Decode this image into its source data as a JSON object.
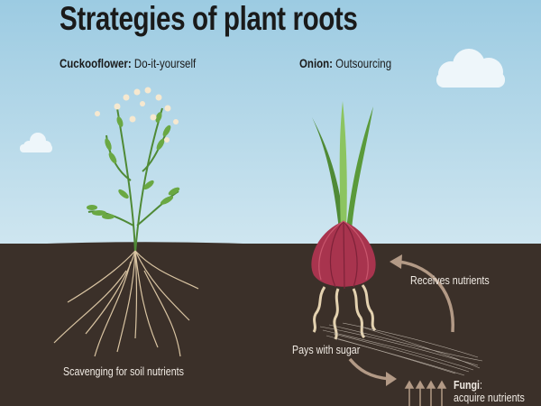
{
  "title": "Strategies of plant roots",
  "cuckooflower": {
    "name": "Cuckooflower:",
    "strategy": "Do-it-yourself",
    "caption": "Scavenging for soil nutrients"
  },
  "onion": {
    "name": "Onion:",
    "strategy": "Outsourcing"
  },
  "cycle": {
    "receives": "Receives nutrients",
    "pays": "Pays with sugar"
  },
  "fungi": {
    "name": "Fungi",
    "colon": ":",
    "action": "acquire nutrients"
  },
  "colors": {
    "sky": "#9ccbe2",
    "soil": "#3b3029",
    "onion": "#a8344e",
    "leaf": "#5a9a3a",
    "root": "#e4d2b0",
    "arrow": "#b39a86"
  }
}
